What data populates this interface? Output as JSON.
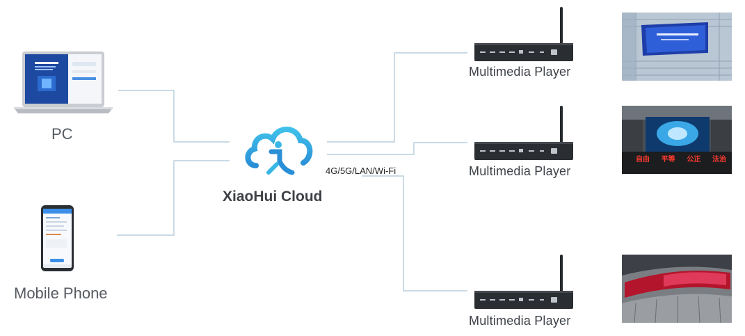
{
  "sources": {
    "pc": {
      "label": "PC"
    },
    "phone": {
      "label": "Mobile Phone"
    }
  },
  "cloud": {
    "label": "XiaoHui Cloud"
  },
  "network_label": "4G/5G/LAN/Wi-Fi",
  "players": [
    {
      "label": "Multimedia Player"
    },
    {
      "label": "Multimedia Player"
    },
    {
      "label": "Multimedia Player"
    }
  ],
  "screen_texts": [
    "自由",
    "平等",
    "公正",
    "法治"
  ],
  "colors": {
    "connector": "#a9c3d6",
    "cloud_top": "#38b7e6",
    "cloud_bottom": "#2a8fd6",
    "device": "#2a2d31"
  }
}
